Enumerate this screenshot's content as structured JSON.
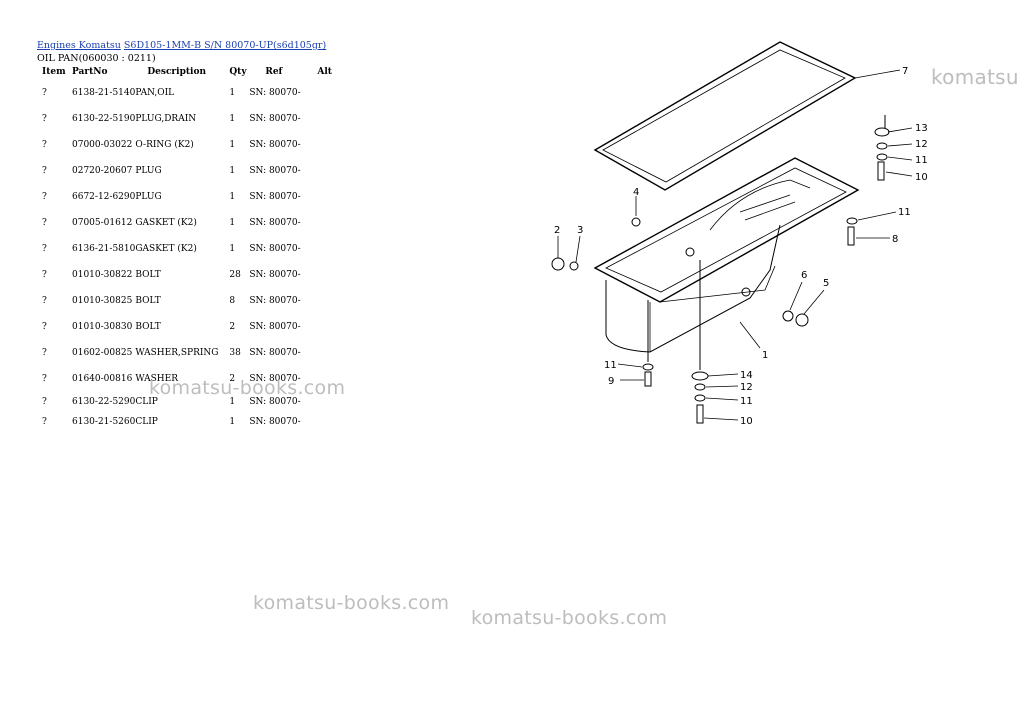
{
  "breadcrumb": {
    "link1": "Engines Komatsu",
    "link2": "S6D105-1MM-B S/N 80070-UP(s6d105gr)"
  },
  "subtitle": "OIL PAN(060030 : 0211)",
  "table": {
    "headers": [
      "Item",
      "PartNo",
      "Description",
      "Qty",
      "Ref",
      "Alt"
    ],
    "rows": [
      {
        "item": "?",
        "part": "6138-21-5140",
        "desc": "PAN,OIL",
        "qty": "1",
        "ref": "SN: 80070-",
        "alt": ""
      },
      {
        "item": "?",
        "part": "6130-22-5190",
        "desc": "PLUG,DRAIN",
        "qty": "1",
        "ref": "SN: 80070-",
        "alt": ""
      },
      {
        "item": "?",
        "part": "07000-03022",
        "desc": "O-RING (K2)",
        "qty": "1",
        "ref": "SN: 80070-",
        "alt": ""
      },
      {
        "item": "?",
        "part": "02720-20607",
        "desc": "PLUG",
        "qty": "1",
        "ref": "SN: 80070-",
        "alt": ""
      },
      {
        "item": "?",
        "part": "6672-12-6290",
        "desc": "PLUG",
        "qty": "1",
        "ref": "SN: 80070-",
        "alt": ""
      },
      {
        "item": "?",
        "part": "07005-01612",
        "desc": "GASKET (K2)",
        "qty": "1",
        "ref": "SN: 80070-",
        "alt": ""
      },
      {
        "item": "?",
        "part": "6136-21-5810",
        "desc": "GASKET (K2)",
        "qty": "1",
        "ref": "SN: 80070-",
        "alt": ""
      },
      {
        "item": "?",
        "part": "01010-30822",
        "desc": "BOLT",
        "qty": "28",
        "ref": "SN: 80070-",
        "alt": ""
      },
      {
        "item": "?",
        "part": "01010-30825",
        "desc": "BOLT",
        "qty": "8",
        "ref": "SN: 80070-",
        "alt": ""
      },
      {
        "item": "?",
        "part": "01010-30830",
        "desc": "BOLT",
        "qty": "2",
        "ref": "SN: 80070-",
        "alt": ""
      },
      {
        "item": "?",
        "part": "01602-00825",
        "desc": "WASHER,SPRING",
        "qty": "38",
        "ref": "SN: 80070-",
        "alt": ""
      },
      {
        "item": "?",
        "part": "01640-00816",
        "desc": "WASHER",
        "qty": "2",
        "ref": "SN: 80070-",
        "alt": ""
      },
      {
        "item": "?",
        "part": "6130-22-5290",
        "desc": "CLIP",
        "qty": "1",
        "ref": "SN: 80070-",
        "alt": ""
      },
      {
        "item": "?",
        "part": "6130-21-5260",
        "desc": "CLIP",
        "qty": "1",
        "ref": "SN: 80070-",
        "alt": ""
      }
    ]
  },
  "watermarks": {
    "top_right": "komatsu",
    "over_table": "komatsu-books.com",
    "bottom_left": "komatsu-books.com",
    "bottom_right": "komatsu-books.com"
  },
  "diagram_labels": {
    "l1": "1",
    "l2": "2",
    "l3": "3",
    "l4": "4",
    "l5": "5",
    "l6": "6",
    "l7": "7",
    "l8": "8",
    "l9": "9",
    "l10a": "10",
    "l10b": "10",
    "l11a": "11",
    "l11b": "11",
    "l11c": "11",
    "l11d": "11",
    "l12a": "12",
    "l12b": "12",
    "l13": "13",
    "l14": "14"
  }
}
